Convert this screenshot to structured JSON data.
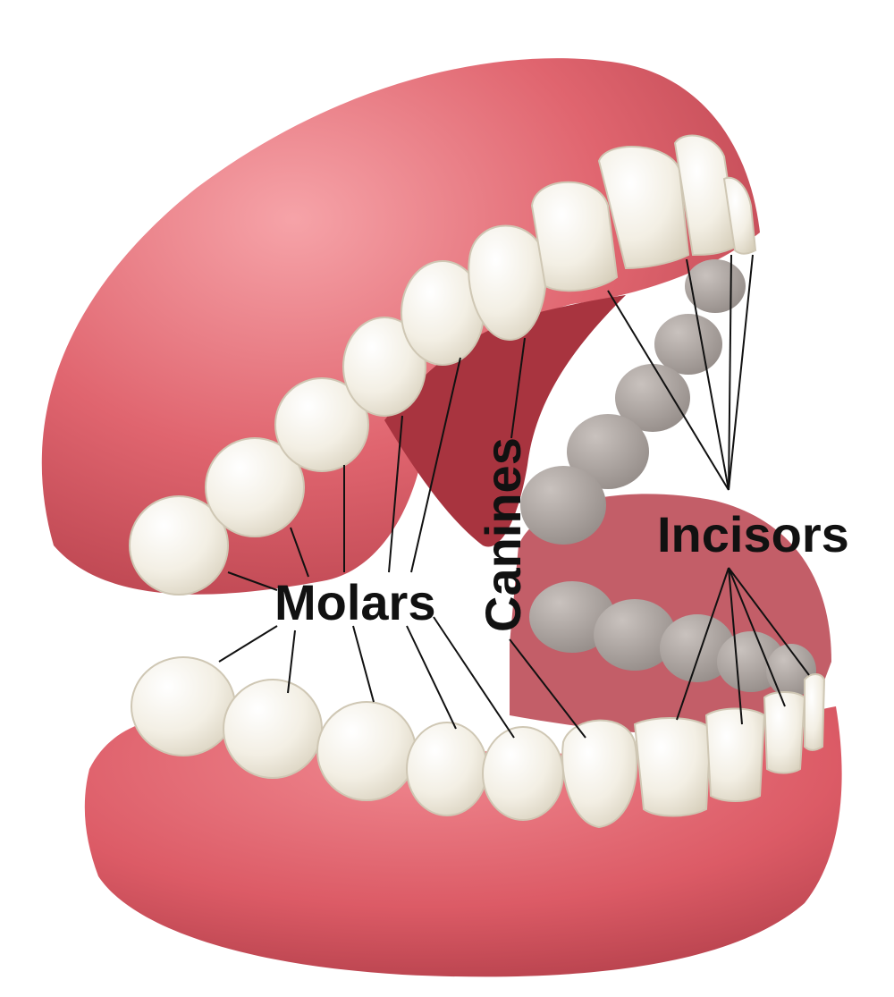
{
  "labels": {
    "molars": "Molars",
    "canines": "Canines",
    "incisors": "Incisors"
  },
  "colors": {
    "gum": "#e0656f",
    "gum_dark": "#b8424d",
    "gum_light": "#f28f96",
    "mouth_interior": "#a8343f",
    "tooth": "#f3efe4",
    "tooth_shadow": "#d9d2c2",
    "back_tooth": "#a8a09c",
    "leader_line": "#111111"
  }
}
